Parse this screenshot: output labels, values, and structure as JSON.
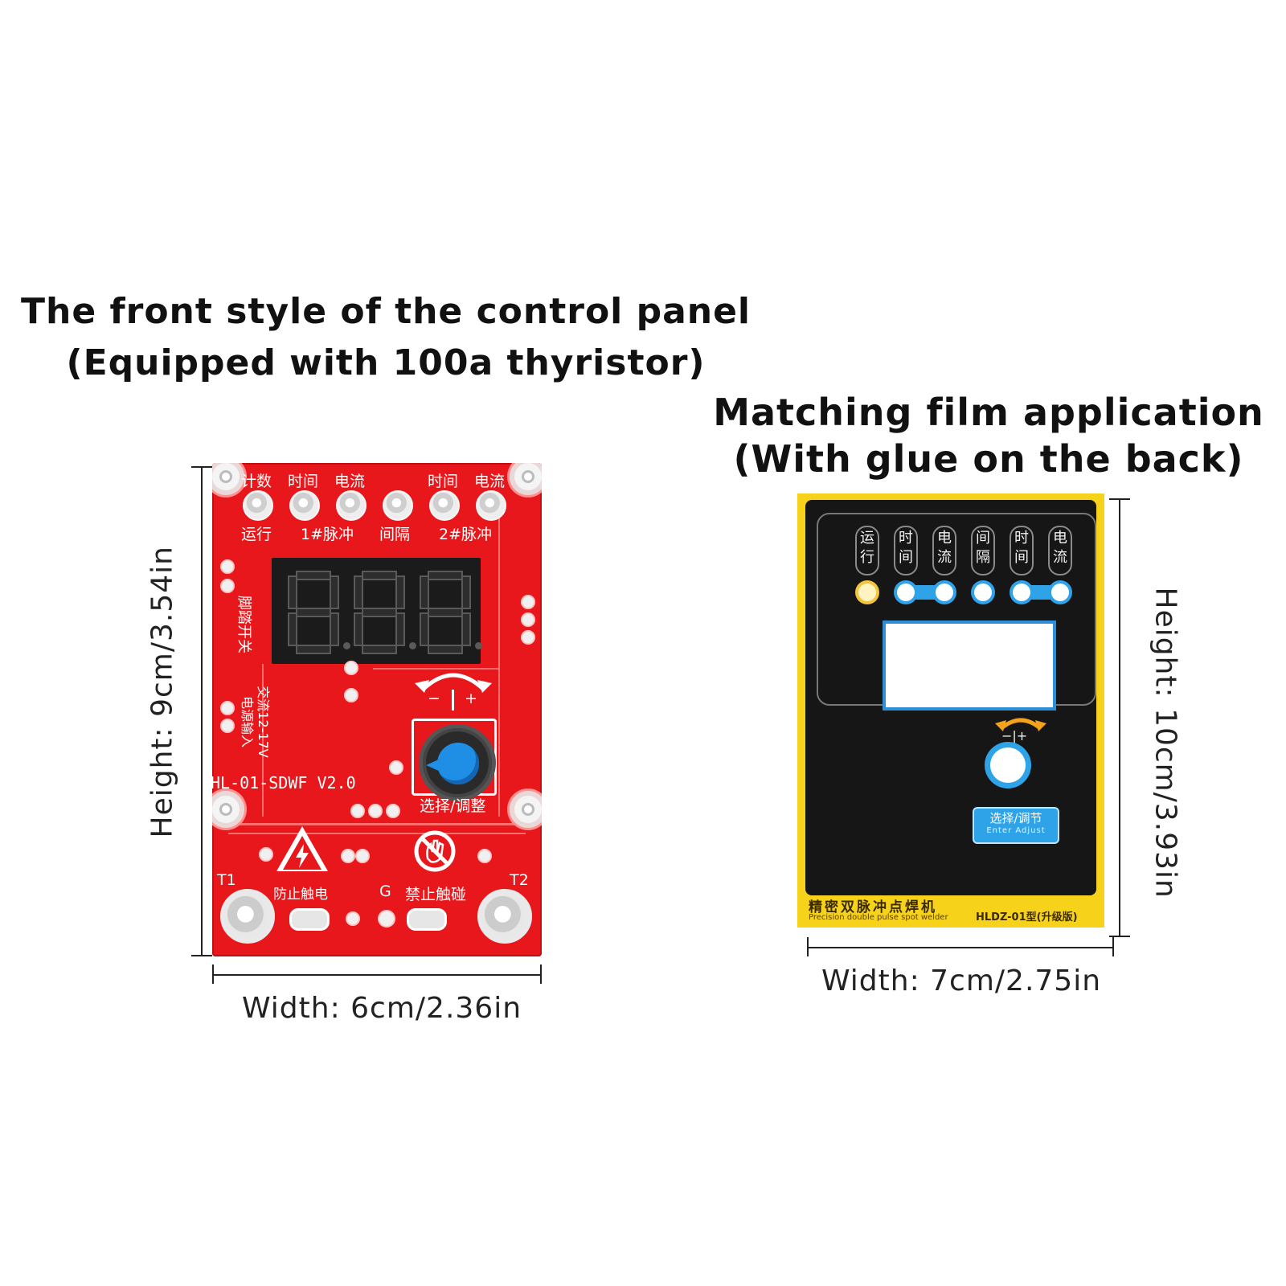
{
  "left_panel": {
    "heading_line1": "The front style of the control panel",
    "heading_line2": "(Equipped with 100a thyristor)",
    "height_label": "Height: 9cm/3.54in",
    "width_label": "Width: 6cm/2.36in",
    "pcb": {
      "top_labels": [
        "计数",
        "时间",
        "电流",
        "时间",
        "电流"
      ],
      "bottom_labels": [
        "运行",
        "1#脉冲",
        "间隔",
        "2#脉冲"
      ],
      "foot_switch": "脚踏开关",
      "power_input_line1": "交流12-17V",
      "power_input_line2": "电源输入",
      "model": "HL-01-SDWF  V2.0",
      "knob_label": "选择/调整",
      "minus": "−",
      "plus": "+",
      "warning_shock": "防止触电",
      "warning_touch": "禁止触碰",
      "terminal_t1": "T1",
      "terminal_t2": "T2",
      "gate": "G"
    }
  },
  "right_panel": {
    "heading_line1": "Matching film application",
    "heading_line2": "(With glue on the back)",
    "height_label": "Height: 10cm/3.93in",
    "width_label": "Width: 7cm/2.75in",
    "film": {
      "pill_labels": [
        "运行",
        "时间",
        "电流",
        "间隔",
        "时间",
        "电流"
      ],
      "adjust_symbol": "−|+",
      "button_cn": "选择/调节",
      "button_en": "Enter  Adjust",
      "footer_cn": "精密双脉冲点焊机",
      "footer_en": "Precision double pulse spot welder",
      "model": "HLDZ-01型(升级版)"
    }
  },
  "colors": {
    "pcb_red": "#e8171b",
    "film_yellow": "#f7d21b",
    "film_black": "#161616",
    "accent_blue": "#2fa3e8",
    "knob_blue": "#1f8fe6"
  }
}
